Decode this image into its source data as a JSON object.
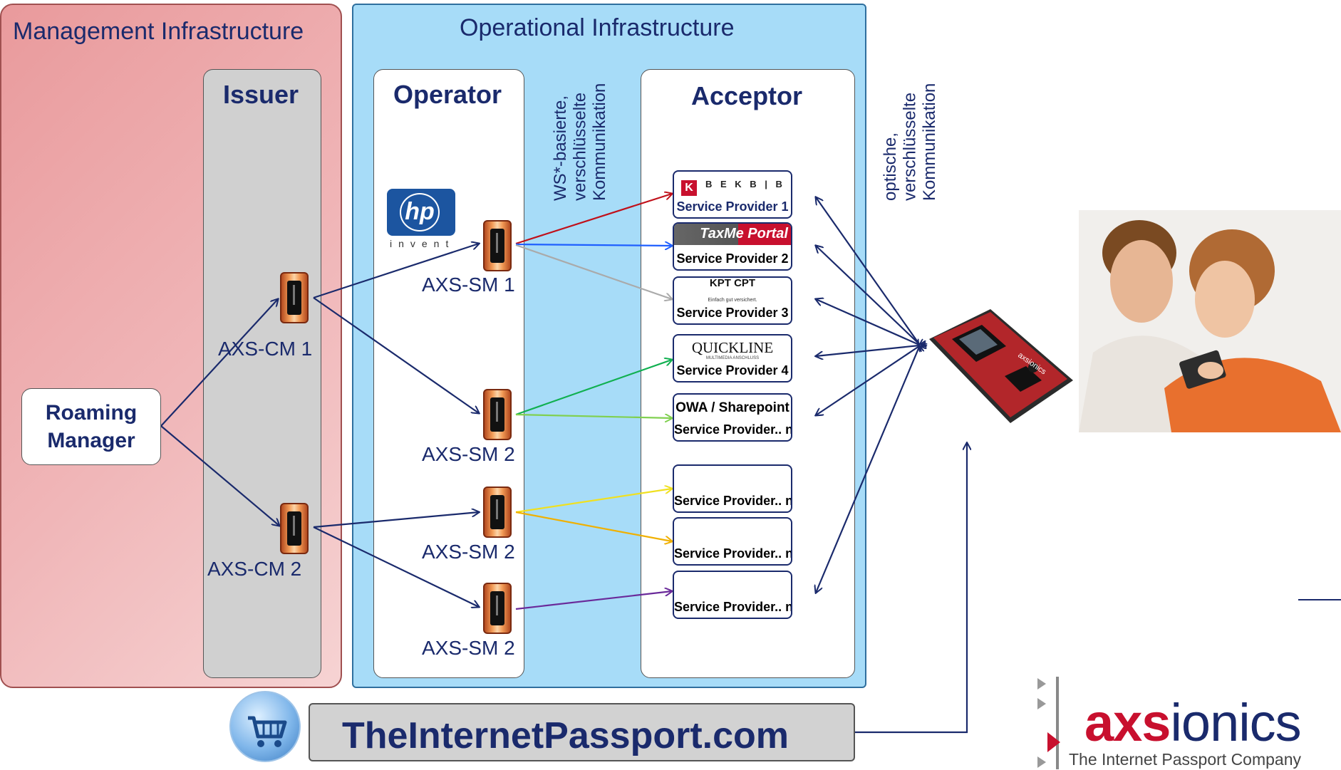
{
  "management": {
    "title": "Management Infrastructure"
  },
  "operational": {
    "title": "Operational Infrastructure"
  },
  "issuer": {
    "title": "Issuer",
    "cm1": "AXS-CM 1",
    "cm2": "AXS-CM 2"
  },
  "operator": {
    "title": "Operator",
    "sm1": "AXS-SM 1",
    "sm2a": "AXS-SM 2",
    "sm2b": "AXS-SM 2",
    "sm2c": "AXS-SM 2",
    "hp_logo": "hp",
    "hp_tagline": "invent"
  },
  "acceptor": {
    "title": "Acceptor",
    "providers": [
      {
        "label": "Service Provider 1",
        "logo": "B E K B | B C B E"
      },
      {
        "label": "Service Provider 2",
        "logo": "TaxMe Portal"
      },
      {
        "label": "Service Provider 3",
        "logo": "KPT CPT",
        "logo_sub": "Einfach gut versichert."
      },
      {
        "label": "Service Provider 4",
        "logo": "QUICKLINE",
        "logo_sub": "MULTIMEDIA ANSCHLUSS"
      },
      {
        "label": "Service Provider.. n",
        "logo": "OWA / Sharepoint"
      },
      {
        "label": "Service Provider.. n"
      },
      {
        "label": "Service Provider.. n"
      },
      {
        "label": "Service Provider.. n"
      }
    ]
  },
  "roaming_manager": {
    "line1": "Roaming",
    "line2": "Manager"
  },
  "ws_comm": {
    "line1": "WS*-basierte,",
    "line2": "verschlüsselte",
    "line3": "Kommunikation"
  },
  "optic_comm": {
    "line1": "optische,",
    "line2": "verschlüsselte",
    "line3": "Kommunikation"
  },
  "url": "TheInternetPassport.com",
  "brand": {
    "prefix": "axs",
    "suffix": "ionics",
    "tagline": "The Internet Passport Company",
    "device_label": "axsionics"
  },
  "colors": {
    "navy": "#1a2a6c",
    "sp1": "#c0101a",
    "sp2": "#1f5fff",
    "sp3": "#aaaaaa",
    "sp4": "#10b050",
    "sp5": "#80d050",
    "sp6": "#f0e020",
    "sp7": "#f0b000",
    "sp8": "#6a2a9a"
  }
}
